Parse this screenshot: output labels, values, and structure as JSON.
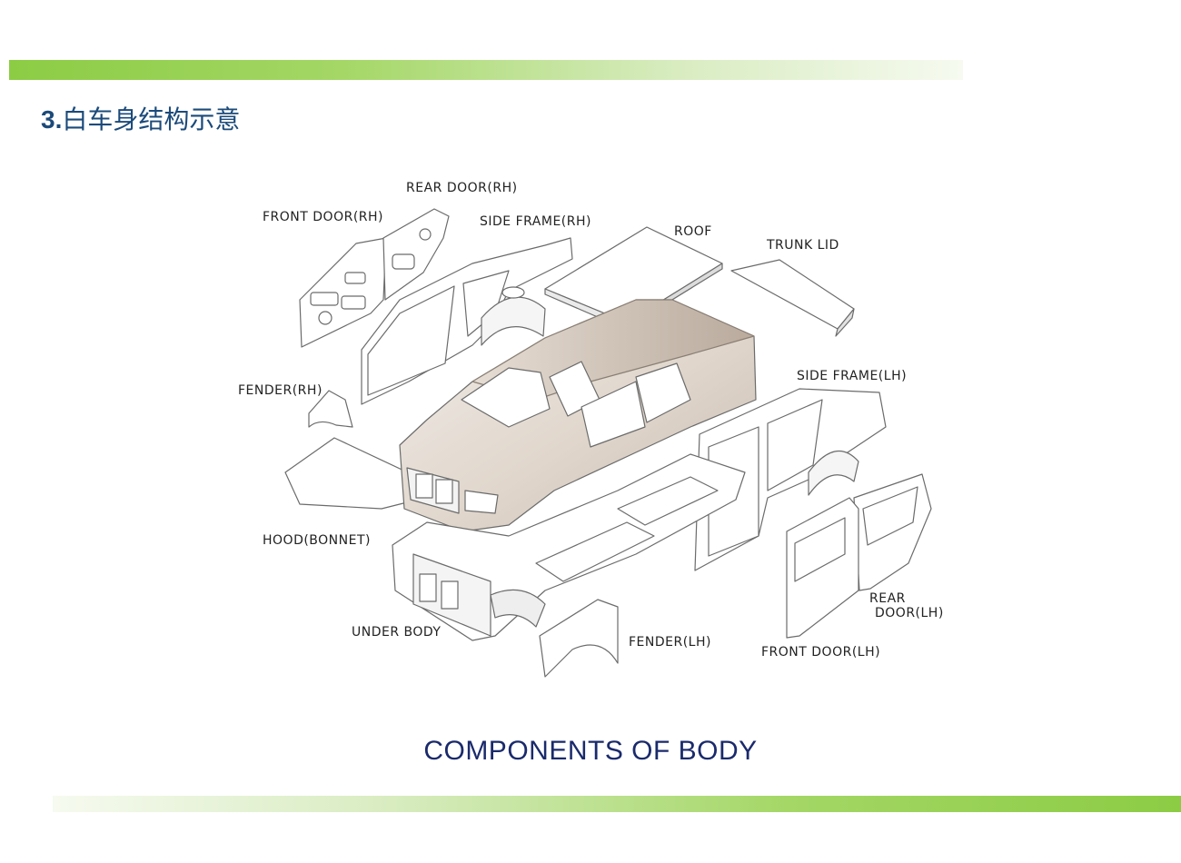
{
  "title": {
    "number": "3.",
    "text": "白车身结构示意"
  },
  "labels": {
    "rear_door_rh": "REAR DOOR(RH)",
    "front_door_rh": "FRONT DOOR(RH)",
    "side_frame_rh": "SIDE FRAME(RH)",
    "roof": "ROOF",
    "trunk_lid": "TRUNK LID",
    "side_frame_lh": "SIDE FRAME(LH)",
    "fender_rh": "FENDER(RH)",
    "hood": "HOOD(BONNET)",
    "under_body": "UNDER BODY",
    "fender_lh": "FENDER(LH)",
    "rear_door_lh_line1": "REAR",
    "rear_door_lh_line2": "DOOR(LH)",
    "front_door_lh": "FRONT DOOR(LH)"
  },
  "caption": "COMPONENTS OF BODY",
  "colors": {
    "accent_green": "#8ccc44",
    "title_blue": "#1b4a7a",
    "caption_navy": "#1a2a6c"
  }
}
